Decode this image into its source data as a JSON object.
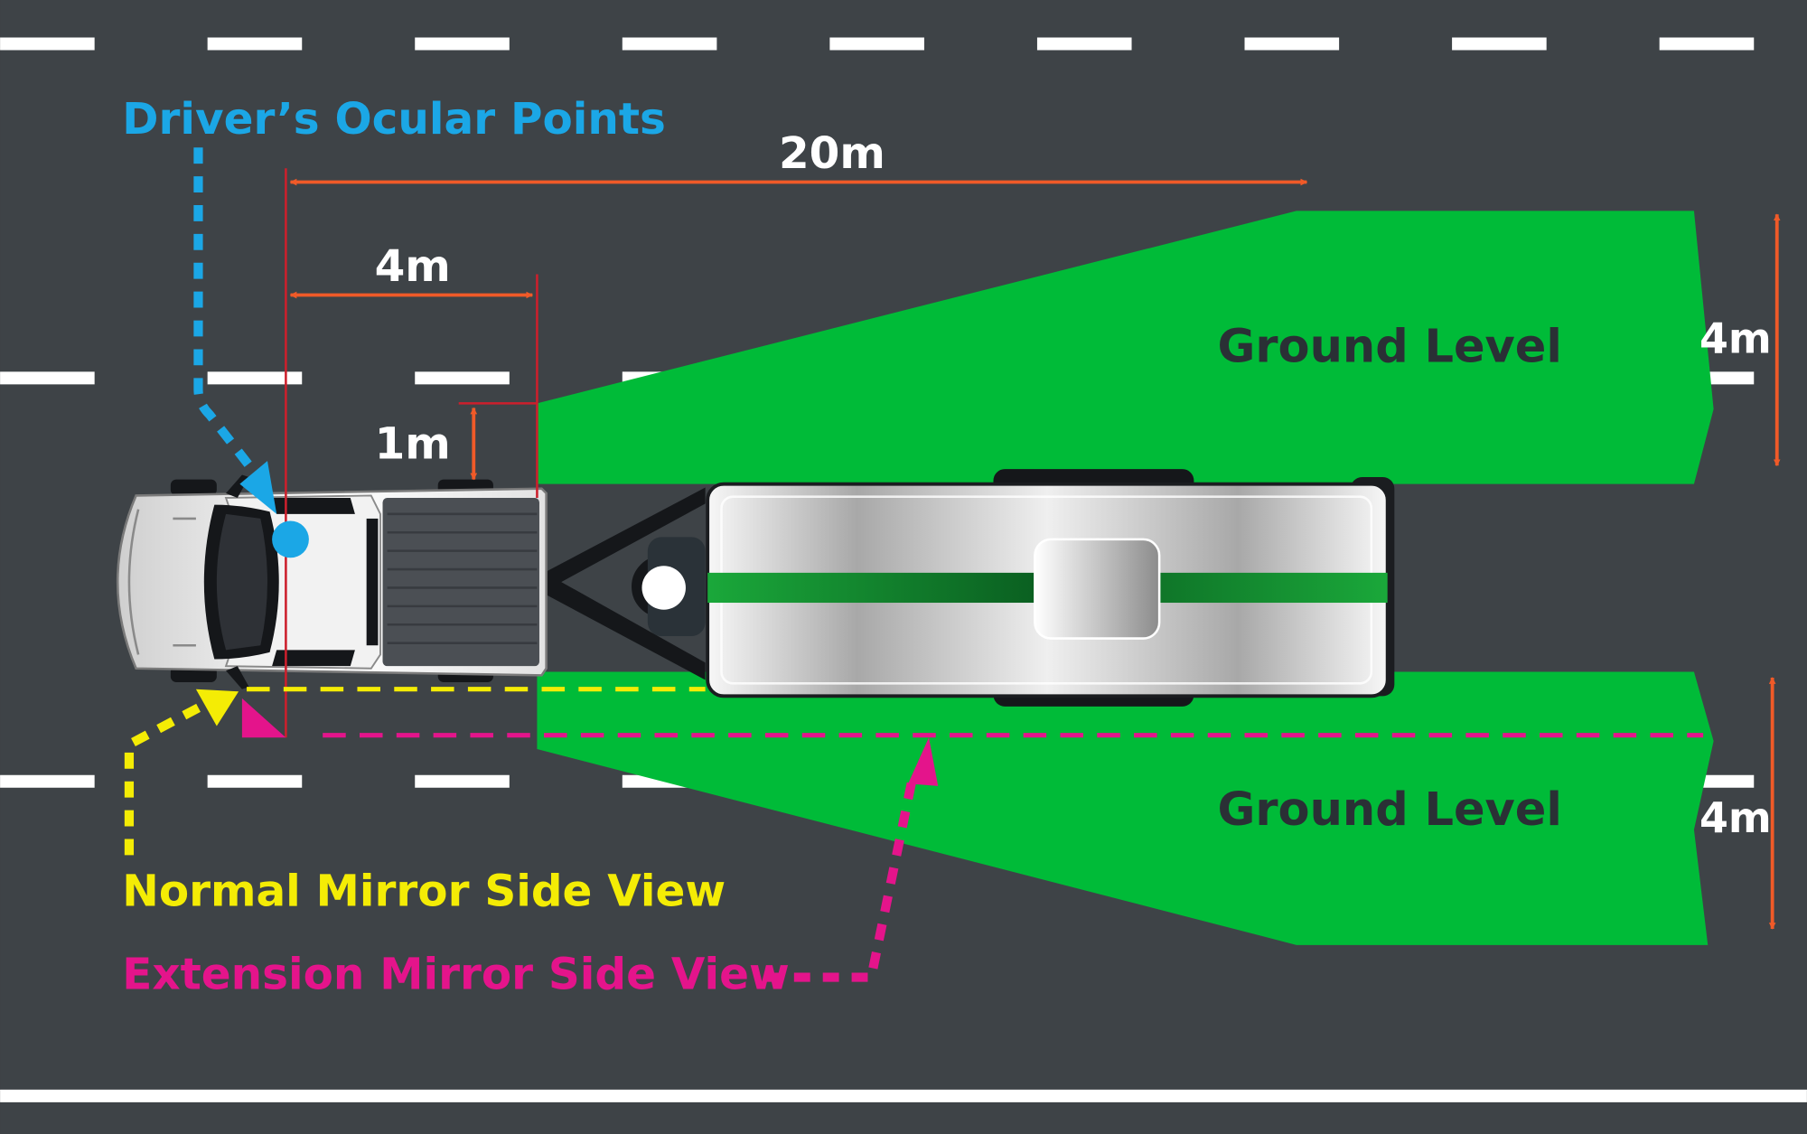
{
  "labels": {
    "ocular": "Driver’s Ocular Points",
    "dim_20m": "20m",
    "dim_4m_top": "4m",
    "dim_1m": "1m",
    "ground_top": "Ground Level",
    "ground_bottom": "Ground Level",
    "width_top": "4m",
    "width_bottom": "4m",
    "normal_view": "Normal Mirror Side View",
    "extension_view": "Extension Mirror Side View"
  },
  "colors": {
    "road": "#3e4347",
    "lane_marking": "#ffffff",
    "ground_zone": "#00bb38",
    "dimension_arrow": "#f05a28",
    "reference_line": "#cc1f2c",
    "ocular_label": "#1ba7e6",
    "normal_view": "#f4ec05",
    "extension_view": "#e4148b",
    "ground_text": "#2a3035"
  },
  "icons": {
    "vehicle": "pickup-truck-icon",
    "trailer": "caravan-trailer-icon",
    "eye_point": "eye-point-icon"
  }
}
